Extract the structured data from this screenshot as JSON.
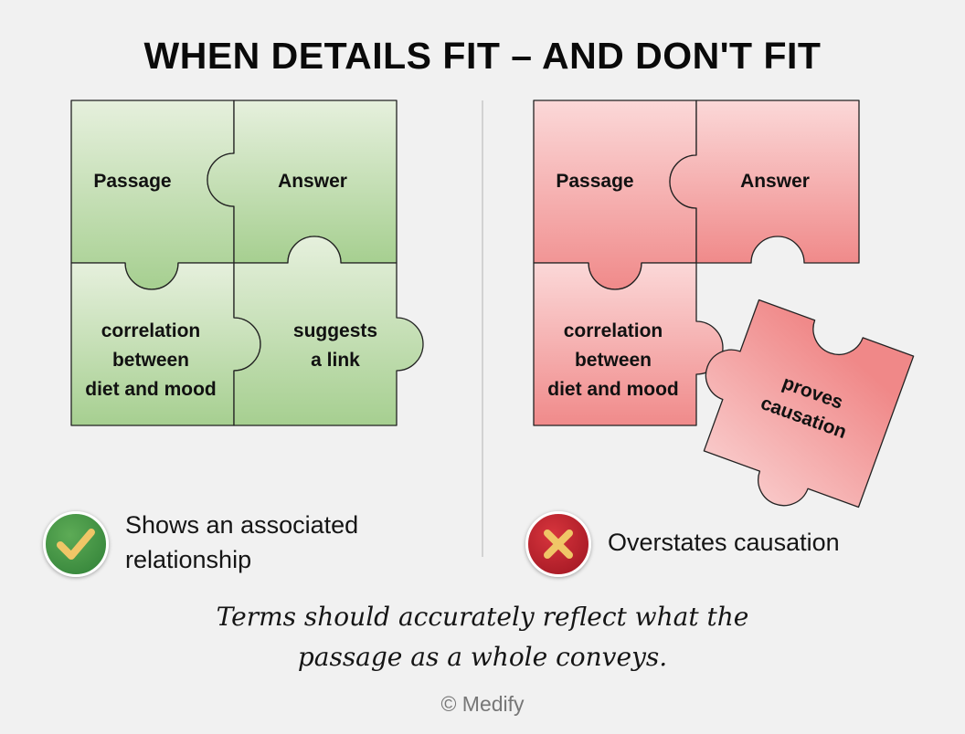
{
  "title": "WHEN DETAILS FIT – AND DON'T FIT",
  "left": {
    "pieces": {
      "passage": "Passage",
      "answer": "Answer",
      "correlation": [
        "correlation",
        "between",
        "diet and mood"
      ],
      "suggests": [
        "suggests",
        "a link"
      ]
    },
    "caption": "Shows an associated relationship",
    "status": "correct",
    "badge_icon": "checkmark-icon"
  },
  "right": {
    "pieces": {
      "passage": "Passage",
      "answer": "Answer",
      "correlation": [
        "correlation",
        "between",
        "diet and mood"
      ],
      "proves": [
        "proves",
        "causation"
      ]
    },
    "caption": "Overstates causation",
    "status": "incorrect",
    "badge_icon": "x-mark-icon"
  },
  "takeaway": "Terms should accurately reflect what the passage as a whole conveys.",
  "copyright": "© Medify",
  "colors": {
    "green_light": "#e6f0dd",
    "green_dark": "#a6cf90",
    "red_light": "#fbd8d8",
    "red_dark": "#f08a8a"
  }
}
